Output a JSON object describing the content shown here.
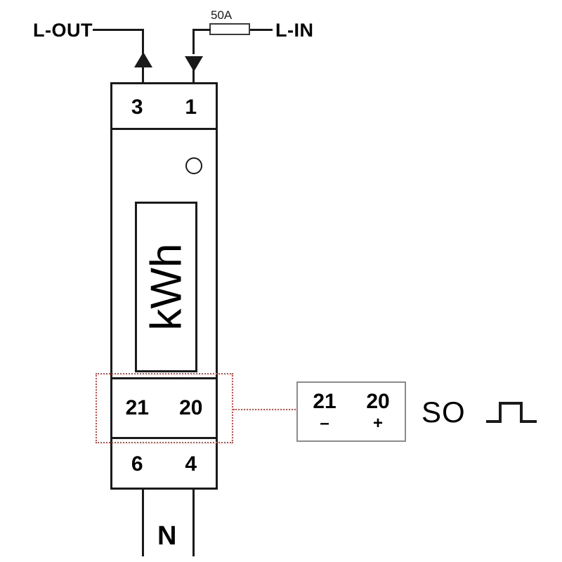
{
  "diagram": {
    "title": "Single-phase DIN-rail kWh meter wiring diagram",
    "colors": {
      "line": "#1a1a1a",
      "highlight": "#e8413c",
      "callout_border": "#8c8c8c"
    }
  },
  "supply": {
    "line_out_label": "L-OUT",
    "line_in_label": "L-IN",
    "neutral_label": "N",
    "fuse_rating": "50A"
  },
  "meter": {
    "display_label": "kWh",
    "top_terminals": [
      {
        "number": "3"
      },
      {
        "number": "1"
      }
    ],
    "pulse_terminals": [
      {
        "number": "21"
      },
      {
        "number": "20"
      }
    ],
    "bottom_terminals": [
      {
        "number": "6"
      },
      {
        "number": "4"
      }
    ]
  },
  "so_output": {
    "label": "SO",
    "callout": [
      {
        "number": "21",
        "polarity": "–"
      },
      {
        "number": "20",
        "polarity": "+"
      }
    ]
  },
  "icons": {
    "arrow_up": "arrow-up-icon",
    "arrow_down": "arrow-down-icon",
    "pulse": "pulse-waveform-icon",
    "led": "led-indicator-icon",
    "fuse": "fuse-icon"
  }
}
